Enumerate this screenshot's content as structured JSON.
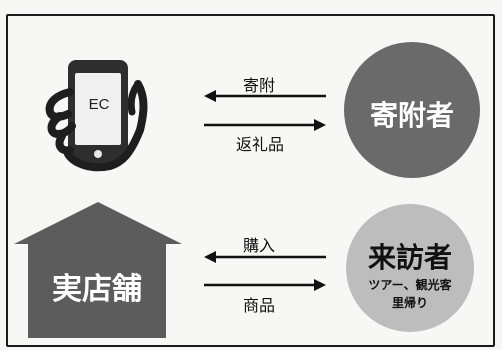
{
  "phone": {
    "screen_text": "EC"
  },
  "store": {
    "label": "実店舗"
  },
  "donor": {
    "label": "寄附者"
  },
  "visitor": {
    "label": "来訪者",
    "sub_line1": "ツアー、観光客",
    "sub_line2": "里帰り"
  },
  "arrows": {
    "top_left_label": "寄附",
    "top_right_label": "返礼品",
    "bottom_left_label": "購入",
    "bottom_right_label": "商品"
  },
  "colors": {
    "donor_circle": "#6a6a6a",
    "visitor_circle": "#bdbdbd",
    "store_fill": "#5c5c5c",
    "phone_body": "#3a3a3a",
    "hand": "#2a2a2a"
  }
}
